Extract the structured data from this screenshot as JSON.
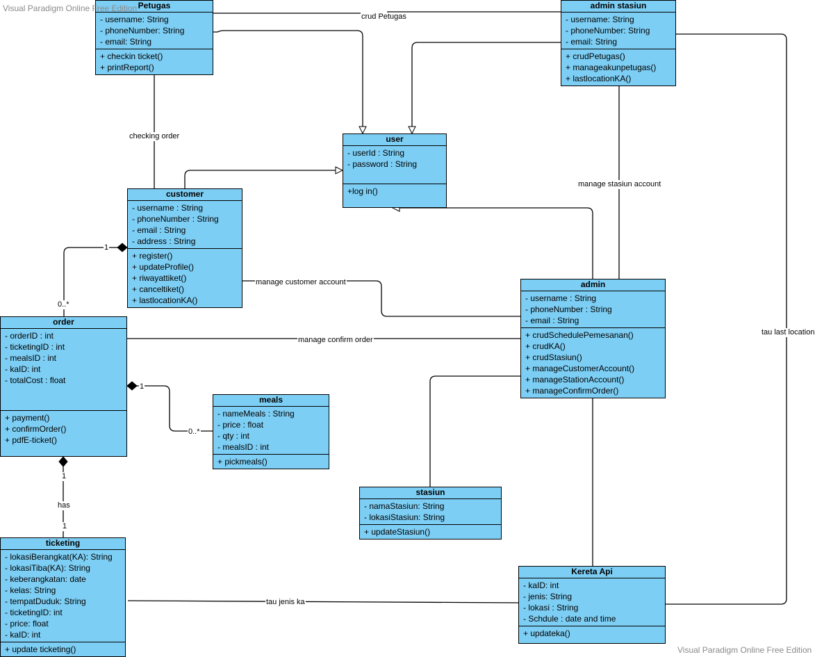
{
  "watermark": {
    "top_left": "Visual Paradigm Online Free Edition",
    "bottom_right": "Visual Paradigm Online Free Edition"
  },
  "classes": {
    "petugas": {
      "name": "Petugas",
      "attributes": [
        "- username: String",
        "- phoneNumber: String",
        "- email: String"
      ],
      "methods": [
        "+ checkin ticket()",
        "+ printReport()"
      ]
    },
    "admin_stasiun": {
      "name": "admin stasiun",
      "attributes": [
        "- username: String",
        "- phoneNumber: String",
        "- email: String"
      ],
      "methods": [
        "+ crudPetugas()",
        "+ manageakunpetugas()",
        "+ lastlocationKA()"
      ]
    },
    "user": {
      "name": "user",
      "attributes": [
        "- userId : String",
        "- password : String"
      ],
      "methods": [
        "+log in()"
      ]
    },
    "customer": {
      "name": "customer",
      "attributes": [
        "- username  : String",
        "- phoneNumber : String",
        "- email : String",
        "- address : String"
      ],
      "methods": [
        "+ register()",
        "+ updateProfile()",
        "+ riwayattiket()",
        "+ canceltiket()",
        "+ lastlocationKA()"
      ]
    },
    "admin": {
      "name": "admin",
      "attributes": [
        "- username : String",
        "- phoneNumber : String",
        "- email : String"
      ],
      "methods": [
        "+ crudSchedulePemesanan()",
        "+ crudKA()",
        "+ crudStasiun()",
        "+ manageCustomerAccount()",
        "+ manageStationAccount()",
        "+ manageConfirmOrder()"
      ]
    },
    "order": {
      "name": "order",
      "attributes": [
        "- orderID : int",
        "- ticketingID : int",
        "- mealsID : int",
        "- kaID: int",
        "- totalCost : float"
      ],
      "methods": [
        "+ payment()",
        "+ confirmOrder()",
        "+ pdfE-ticket()"
      ]
    },
    "meals": {
      "name": "meals",
      "attributes": [
        "- nameMeals : String",
        "- price : float",
        "- qty : int",
        "- mealsID : int"
      ],
      "methods": [
        "+ pickmeals()"
      ]
    },
    "stasiun": {
      "name": "stasiun",
      "attributes": [
        "- namaStasiun: String",
        "- lokasiStasiun: String"
      ],
      "methods": [
        "+ updateStasiun()"
      ]
    },
    "ticketing": {
      "name": "ticketing",
      "attributes": [
        "- lokasiBerangkat(KA): String",
        "- lokasiTiba(KA): String",
        "- keberangkatan: date",
        "- kelas: String",
        "- tempatDuduk: String",
        "- ticketingID: int",
        "- price: float",
        "- kaID: int"
      ],
      "methods": [
        "+ update ticketing()"
      ]
    },
    "kereta_api": {
      "name": "Kereta Api",
      "attributes": [
        "- kaID: int",
        "- jenis: String",
        "- lokasi : String",
        "- Schdule : date and time"
      ],
      "methods": [
        "+ updateka()"
      ]
    }
  },
  "labels": {
    "crud_petugas": "crud Petugas",
    "checking_order": "checking order",
    "manage_stasiun_account": "manage stasiun account",
    "manage_customer_account": "manage customer account",
    "manage_confirm_order": "manage confirm order",
    "tau_last_location": "tau last location",
    "has": "has",
    "tau_jenis_ka": "tau jenis ka"
  },
  "multiplicities": {
    "customer_order_one": "1",
    "customer_order_many": "0..*",
    "order_meals_one": "1",
    "order_meals_many": "0..*",
    "order_ticketing_top": "1",
    "order_ticketing_bottom": "1"
  },
  "colors": {
    "class_fill": "#7dcef4",
    "line": "#000000",
    "watermark": "#8a8a8a"
  }
}
